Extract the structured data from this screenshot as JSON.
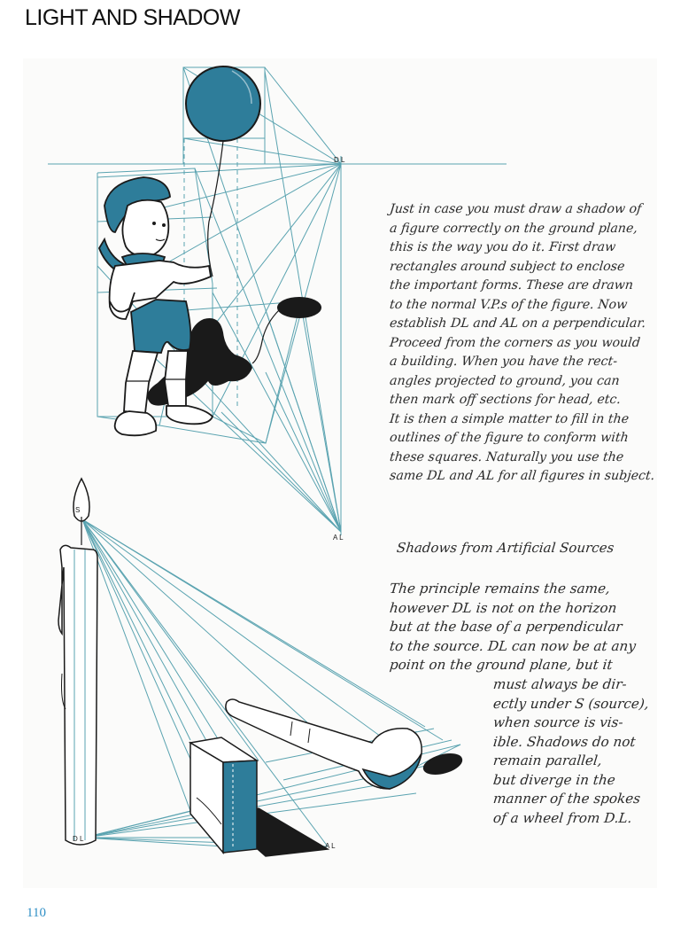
{
  "page": {
    "title": "LIGHT AND SHADOW",
    "page_number": "110"
  },
  "colors": {
    "accent_blue": "#2e7d9a",
    "line_blue": "#5aa3b0",
    "ink": "#1a1a1a",
    "paper": "#fbfbfa"
  },
  "labels": {
    "dl_top": "D L",
    "al_top": "A L",
    "source": "S",
    "dl_bottom": "D L",
    "al_bottom": "A L"
  },
  "text": {
    "para1_lines": [
      "Just in case you must draw a shadow of",
      "a figure correctly on the ground plane,",
      "this is the way you do it. First draw",
      "rectangles around subject to enclose",
      "the important forms. These are drawn",
      "to the normal V.P.s of the figure. Now",
      "establish DL and AL on a perpendicular.",
      "Proceed from the corners as you would",
      "a building. When you have the rect-",
      "angles projected to ground, you can",
      "then mark off sections for head, etc.",
      "It is then a simple matter to fill in the",
      "outlines of the figure to conform with",
      "these squares. Naturally you use the",
      "same DL and AL for all figures in subject."
    ],
    "subheading": "Shadows from Artificial Sources",
    "para2_lines_wide": [
      "The principle remains the same,",
      "however DL is not on the horizon",
      "but at the base of a perpendicular",
      "to the source. DL can now be at any",
      "point on the ground plane, but it"
    ],
    "para2_lines_narrow": [
      "must always be dir-",
      "ectly under S (source),",
      "when source is vis-",
      "ible. Shadows do not",
      "remain parallel,",
      "but diverge in the",
      "manner of the spokes",
      "of a wheel from D.L."
    ]
  }
}
